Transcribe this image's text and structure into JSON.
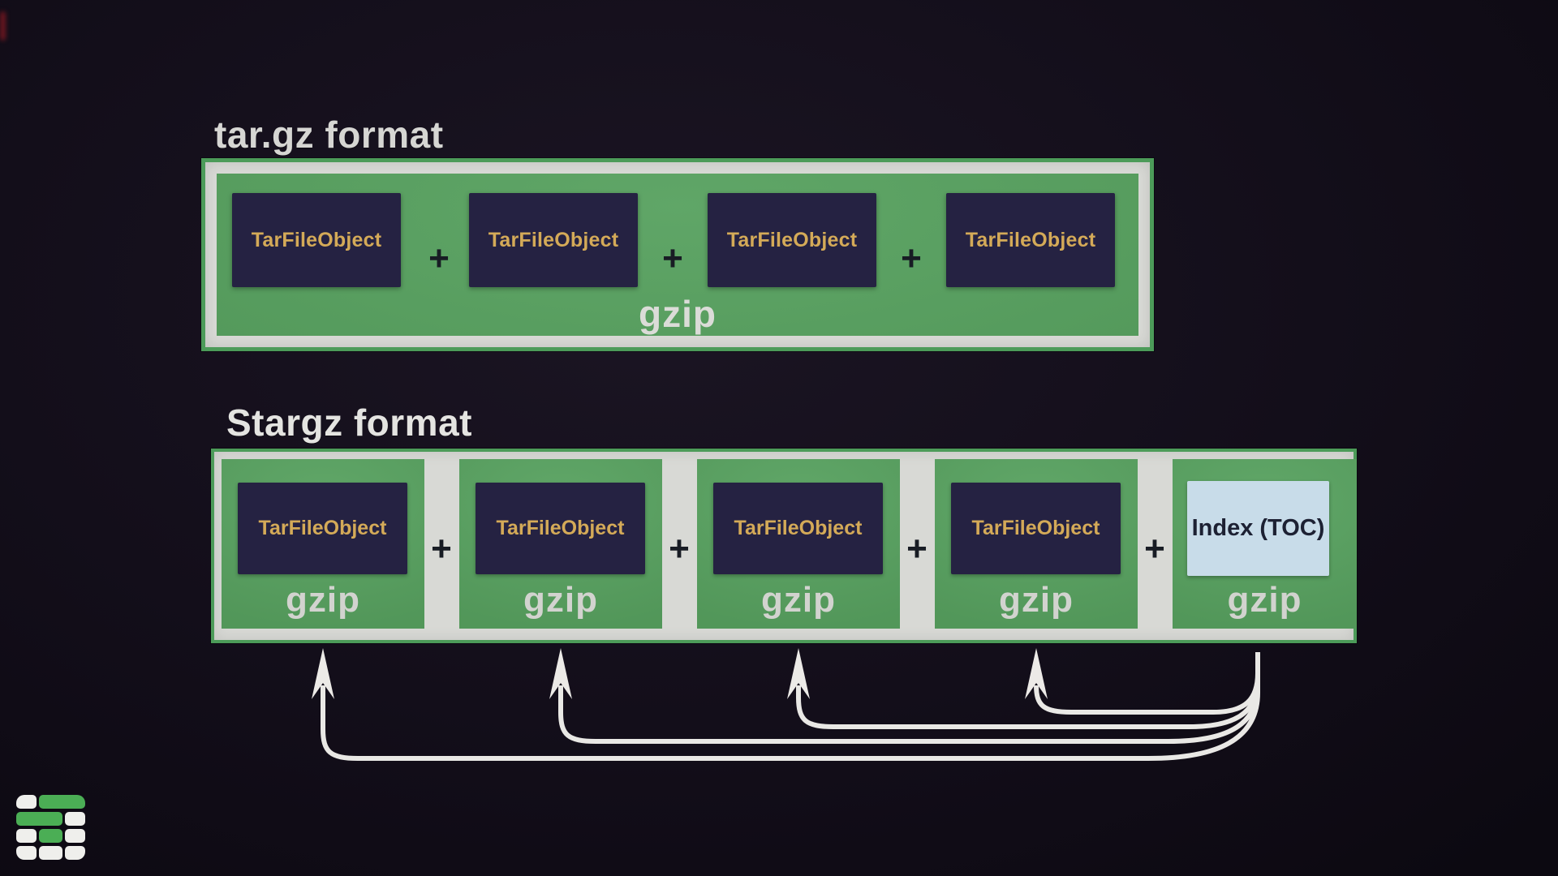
{
  "targz": {
    "title": "tar.gz format",
    "boxes": [
      "TarFileObject",
      "TarFileObject",
      "TarFileObject",
      "TarFileObject"
    ],
    "plus": "+",
    "gzip": "gzip"
  },
  "stargz": {
    "title": "Stargz format",
    "plus": "+",
    "cells": [
      {
        "label": "TarFileObject",
        "gzip": "gzip"
      },
      {
        "label": "TarFileObject",
        "gzip": "gzip"
      },
      {
        "label": "TarFileObject",
        "gzip": "gzip"
      },
      {
        "label": "TarFileObject",
        "gzip": "gzip"
      },
      {
        "label": "Index (TOC)",
        "gzip": "gzip"
      }
    ]
  },
  "colors": {
    "background": "#130e1a",
    "green_fill": "#57a15f",
    "green_border": "#4c9b59",
    "silver_white": "#d9dad6",
    "navy_box": "#252242",
    "gold_text": "#d4aa58",
    "index_blue": "#c8dce9",
    "plus_dark": "#181c24",
    "arrow_white": "#e9e8e5",
    "title_gray": "#d6d6d3"
  },
  "logo_name": "green-white-grid-logo"
}
